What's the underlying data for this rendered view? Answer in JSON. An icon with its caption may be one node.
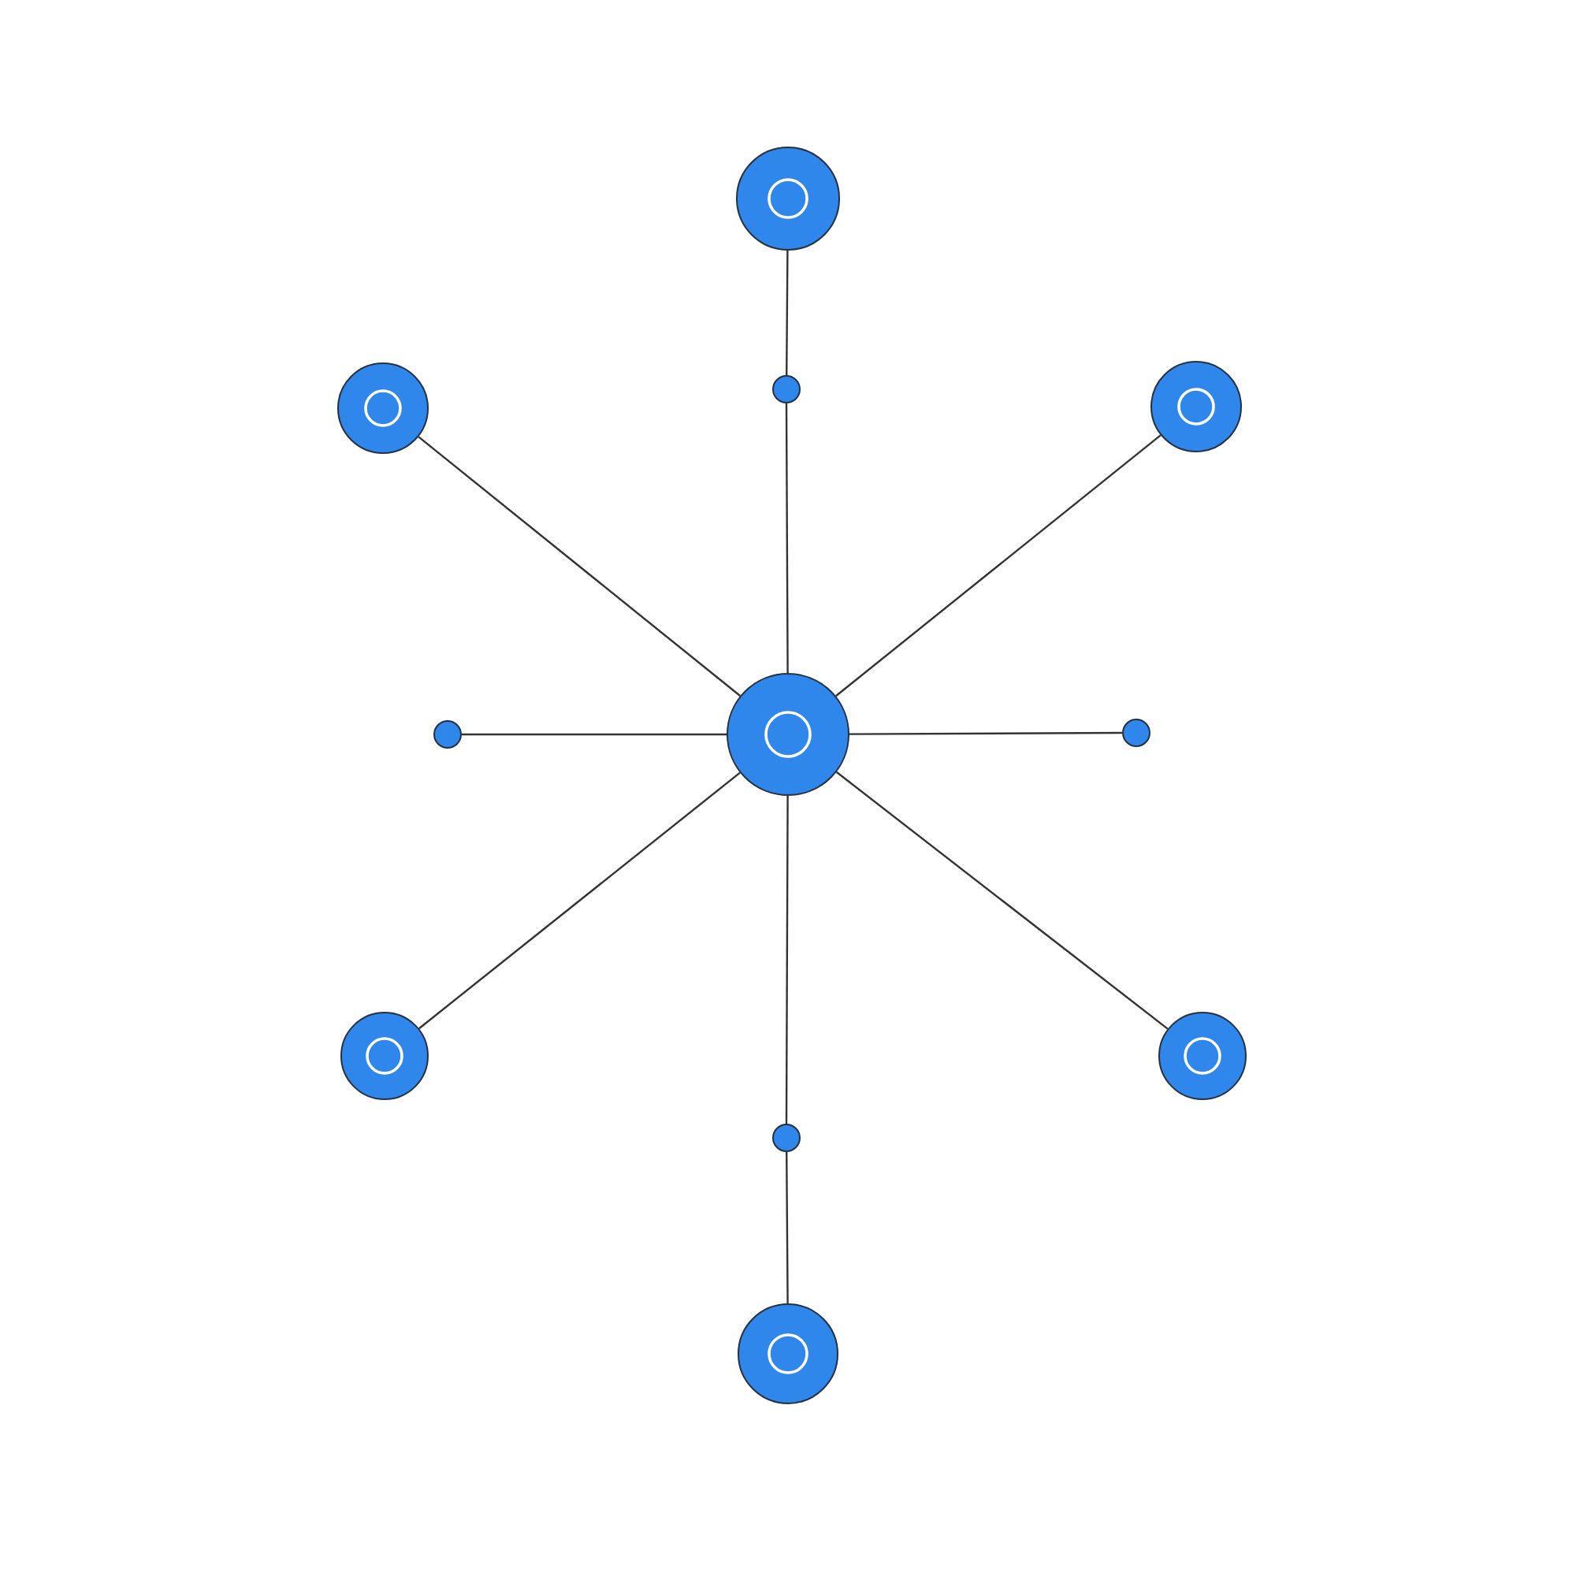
{
  "diagram": {
    "nodes": [
      {
        "text": [],
        "shape": "circle"
      },
      {
        "text": [],
        "shape": "circle"
      },
      {
        "text": [],
        "shape": "circle"
      },
      {
        "text": [],
        "shape": "circle"
      },
      {
        "text": [],
        "shape": "circle"
      },
      {
        "text": [],
        "shape": "circle"
      },
      {
        "text": [],
        "shape": "circle"
      },
      {
        "text": [],
        "shape": "circle"
      },
      {
        "text": [],
        "shape": "circle"
      },
      {
        "text": [],
        "shape": "circle"
      },
      {
        "text": [],
        "shape": "circle"
      }
    ],
    "edges": [
      {
        "from": 0,
        "to": 1,
        "arrow": "none"
      },
      {
        "from": 1,
        "to": 5,
        "arrow": "none"
      },
      {
        "from": 2,
        "to": 5,
        "arrow": "none"
      },
      {
        "from": 3,
        "to": 5,
        "arrow": "none"
      },
      {
        "from": 4,
        "to": 5,
        "arrow": "none"
      },
      {
        "from": 5,
        "to": 6,
        "arrow": "none"
      },
      {
        "from": 5,
        "to": 7,
        "arrow": "none"
      },
      {
        "from": 5,
        "to": 8,
        "arrow": "none"
      },
      {
        "from": 5,
        "to": 9,
        "arrow": "none"
      },
      {
        "from": 9,
        "to": 10,
        "arrow": "none"
      }
    ]
  }
}
